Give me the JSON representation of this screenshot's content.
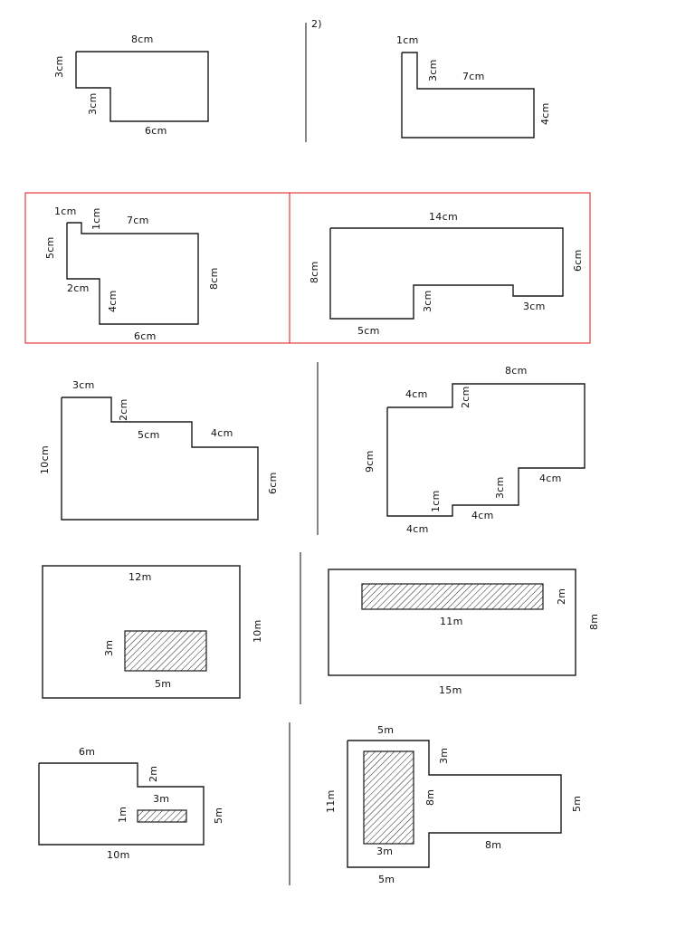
{
  "page_mark": "2)",
  "shapes": {
    "s1": {
      "top": "8cm",
      "left": "3cm",
      "step": "3cm",
      "bottom": "6cm"
    },
    "s2": {
      "top": "1cm",
      "inner_vertical": "3cm",
      "ledge": "7cm",
      "right": "4cm"
    },
    "s3": {
      "top": "1cm",
      "notch": "1cm",
      "ledge": "7cm",
      "left": "5cm",
      "step_h": "2cm",
      "step_v": "4cm",
      "right": "8cm",
      "bottom": "6cm"
    },
    "s4": {
      "top": "14cm",
      "left": "8cm",
      "right": "6cm",
      "bottom_left": "5cm",
      "step_v": "3cm",
      "step_h": "3cm"
    },
    "s5": {
      "top": "3cm",
      "step1_v": "2cm",
      "step1_h": "5cm",
      "step2_h": "4cm",
      "left": "10cm",
      "right": "6cm"
    },
    "s6": {
      "top": "8cm",
      "upper_left_h": "4cm",
      "upper_step_v": "2cm",
      "left": "9cm",
      "right_step_h": "4cm",
      "right_step_v": "3cm",
      "lower_step_h": "4cm",
      "lower_step_v": "1cm",
      "bottom": "4cm"
    }
  },
  "fields": {
    "f1": {
      "width": "12m",
      "height": "10m",
      "inner_w": "5m",
      "inner_h": "3m"
    },
    "f2": {
      "width": "15m",
      "height": "8m",
      "inner_w": "11m",
      "inner_h": "2m"
    },
    "f3": {
      "top": "6m",
      "step_v": "2m",
      "bottom": "10m",
      "right": "5m",
      "inner_w": "3m",
      "inner_h": "1m"
    },
    "f4": {
      "top": "5m",
      "left": "11m",
      "step_v": "3m",
      "right": "5m",
      "arm": "8m",
      "inner_h": "8m",
      "inner_w": "3m",
      "bottom": "5m"
    }
  },
  "colors": {
    "highlight": "#e53935",
    "ink": "#1a1a1a"
  }
}
